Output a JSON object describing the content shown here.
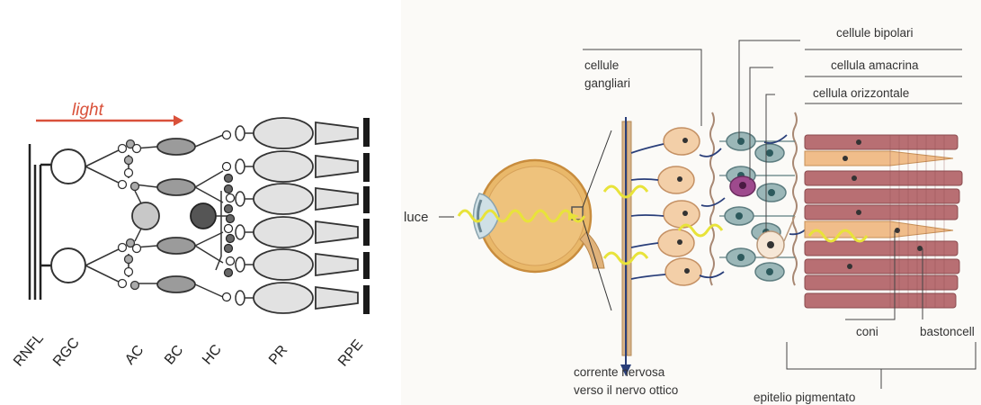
{
  "left_diagram": {
    "light_label": "light",
    "layer_labels": {
      "rnfl": "RNFL",
      "rgc": "RGC",
      "ac": "AC",
      "bc": "BC",
      "hc": "HC",
      "pr": "PR",
      "rpe": "RPE"
    },
    "colors": {
      "light_arrow": "#d9513a",
      "stroke": "#333333",
      "ganglion_fill": "#ffffff",
      "bipolar_fill": "#9b9b9b",
      "photoreceptor_fill": "#e2e2e2",
      "horizontal_fill": "#555555",
      "amacrine_fill": "#c8c8c8",
      "rpe_fill": "#1a1a1a"
    }
  },
  "right_diagram": {
    "labels": {
      "cellule_bipolari": "cellule bipolari",
      "cellula_amacrina": "cellula amacrina",
      "cellula_orizzontale": "cellula orizzontale",
      "cellule_gangliari_1": "cellule",
      "cellule_gangliari_2": "gangliari",
      "luce": "luce",
      "coni": "coni",
      "bastoncelli": "bastoncell",
      "corrente_1": "corrente nervosa",
      "corrente_2": "verso il nervo ottico",
      "epitelio": "epitelio pigmentato"
    },
    "colors": {
      "eye_fill": "#e9b86a",
      "eye_outline": "#c88c3d",
      "ganglion_cell": "#f3cfa8",
      "bipolar_cell": "#9bb7b8",
      "amacrine_cell": "#9e4a8d",
      "rod": "#b86f73",
      "cone": "#f0bd8a",
      "nerve_arrow": "#2a3f7a",
      "light_wave": "#e8e33a",
      "fiber": "#d8b48a"
    }
  }
}
